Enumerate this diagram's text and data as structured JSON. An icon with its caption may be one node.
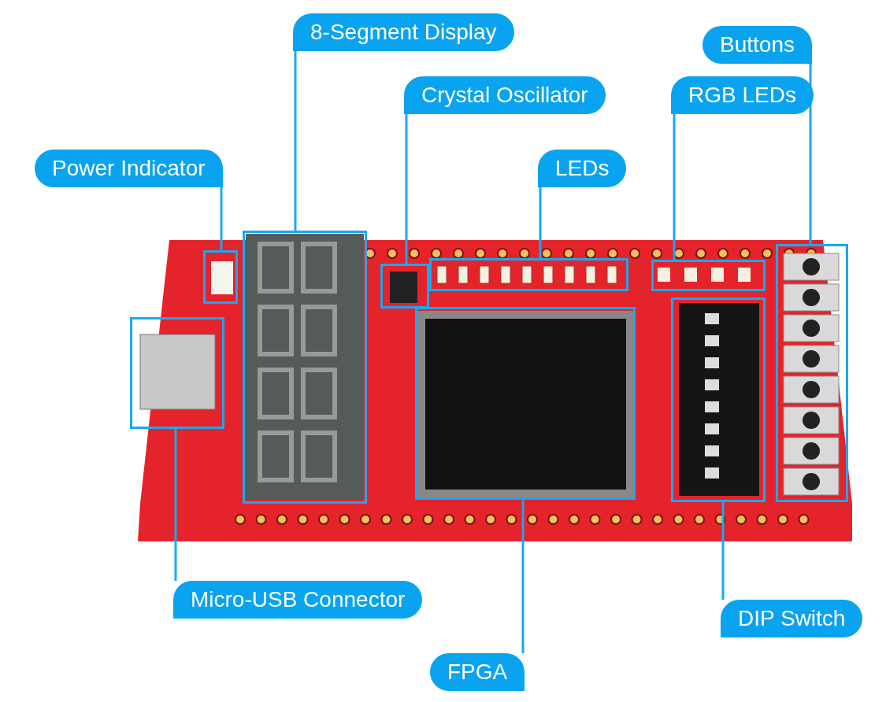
{
  "diagram": {
    "nodes": [
      {
        "text": [
          "8-Segment Display"
        ]
      },
      {
        "text": [
          "Buttons"
        ]
      },
      {
        "text": [
          "Crystal Oscillator"
        ]
      },
      {
        "text": [
          "RGB LEDs"
        ]
      },
      {
        "text": [
          "Power Indicator"
        ]
      },
      {
        "text": [
          "LEDs"
        ]
      },
      {
        "text": [
          "Micro-USB Connector"
        ]
      },
      {
        "text": [
          "DIP Switch"
        ]
      },
      {
        "text": [
          "FPGA"
        ]
      },
      {
        "text": [],
        "shape": "box"
      },
      {
        "text": [],
        "shape": "box"
      },
      {
        "text": [],
        "shape": "box"
      },
      {
        "text": [],
        "shape": "box"
      },
      {
        "text": [],
        "shape": "box"
      },
      {
        "text": [],
        "shape": "box"
      },
      {
        "text": [],
        "shape": "box"
      },
      {
        "text": [],
        "shape": "box"
      },
      {
        "text": [],
        "shape": "box"
      }
    ],
    "edges": [
      {
        "from": 0,
        "to": 11,
        "arrow": "none"
      },
      {
        "from": 1,
        "to": 17,
        "arrow": "none"
      },
      {
        "from": 2,
        "to": 12,
        "arrow": "none"
      },
      {
        "from": 3,
        "to": 15,
        "arrow": "none"
      },
      {
        "from": 4,
        "to": 10,
        "arrow": "none"
      },
      {
        "from": 5,
        "to": 14,
        "arrow": "none"
      },
      {
        "from": 6,
        "to": 9,
        "arrow": "none"
      },
      {
        "from": 7,
        "to": 16,
        "arrow": "none"
      },
      {
        "from": 8,
        "to": 13,
        "arrow": "none"
      }
    ]
  }
}
